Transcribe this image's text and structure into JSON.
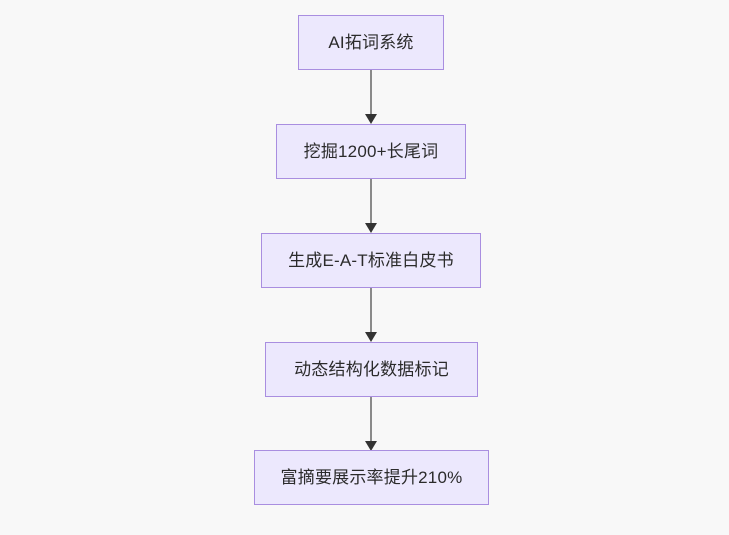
{
  "diagram": {
    "type": "flowchart",
    "orientation": "top-to-bottom",
    "background_color": "#f8f8f8",
    "node_fill_color": "#ece8fd",
    "node_border_color": "#a98ee0",
    "node_text_color": "#2b2b2b",
    "edge_color": "#8a8a8a",
    "arrowhead_color": "#333333",
    "nodes": [
      {
        "id": "n1",
        "label": "AI拓词系统"
      },
      {
        "id": "n2",
        "label": "挖掘1200+长尾词"
      },
      {
        "id": "n3",
        "label": "生成E-A-T标准白皮书"
      },
      {
        "id": "n4",
        "label": "动态结构化数据标记"
      },
      {
        "id": "n5",
        "label": "富摘要展示率提升210%"
      }
    ],
    "edges": [
      {
        "from": "n1",
        "to": "n2",
        "label": ""
      },
      {
        "from": "n2",
        "to": "n3",
        "label": ""
      },
      {
        "from": "n3",
        "to": "n4",
        "label": ""
      },
      {
        "from": "n4",
        "to": "n5",
        "label": ""
      }
    ]
  }
}
